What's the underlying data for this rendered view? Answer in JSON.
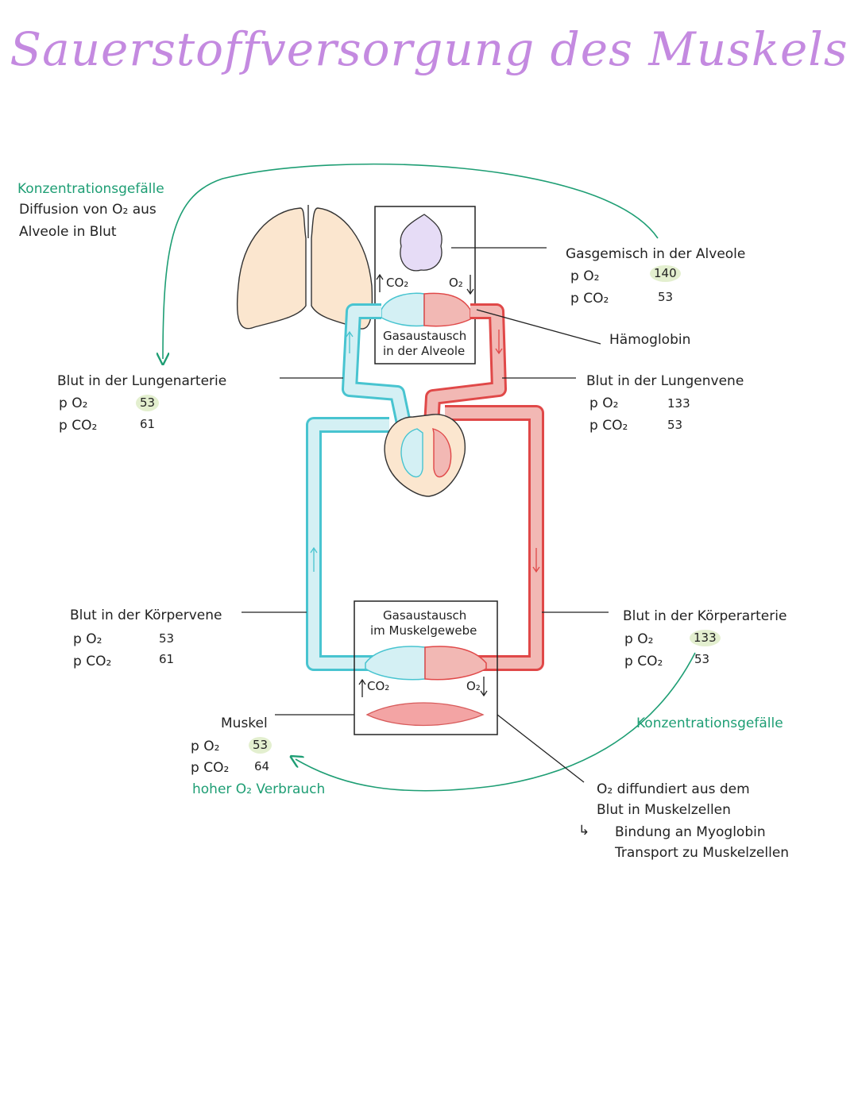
{
  "title": "Sauerstoffversorgung des Muskels",
  "colors": {
    "title": "#c48ae0",
    "green": "#1e9e74",
    "red_vessel": "#f2b8b4",
    "red_stroke": "#e04848",
    "blue_vessel": "#d4f0f4",
    "blue_stroke": "#48c4d0",
    "lung": "#fbe6cf",
    "alveole": "#e6dcf6",
    "muscle": "#f3a4a4",
    "highlight": "#e3efcf"
  },
  "left_notes": {
    "konzentration": "Konzentrationsgefälle",
    "diffusion_1": "Diffusion von O₂ aus",
    "diffusion_2": "Alveole in Blut"
  },
  "alveole_box": {
    "co2": "CO₂",
    "o2": "O₂",
    "label_1": "Gasaustausch",
    "label_2": "in der Alveole"
  },
  "gasgemisch": {
    "title": "Gasgemisch in der Alveole",
    "po2_label": "p O₂",
    "po2": "140",
    "pco2_label": "p CO₂",
    "pco2": "53"
  },
  "haemoglobin": "Hämoglobin",
  "lungenarterie": {
    "title": "Blut in der Lungenarterie",
    "po2_label": "p O₂",
    "po2": "53",
    "pco2_label": "p CO₂",
    "pco2": "61"
  },
  "lungenvene": {
    "title": "Blut in der Lungenvene",
    "po2_label": "p O₂",
    "po2": "133",
    "pco2_label": "p CO₂",
    "pco2": "53"
  },
  "koerpervene": {
    "title": "Blut in der Körpervene",
    "po2_label": "p O₂",
    "po2": "53",
    "pco2_label": "p CO₂",
    "pco2": "61"
  },
  "koerperarterie": {
    "title": "Blut in der Körperarterie",
    "po2_label": "p O₂",
    "po2": "133",
    "pco2_label": "p CO₂",
    "pco2": "53"
  },
  "muskel_box": {
    "label_1": "Gasaustausch",
    "label_2": "im Muskelgewebe",
    "co2": "CO₂",
    "o2": "O₂"
  },
  "muskel": {
    "title": "Muskel",
    "po2_label": "p O₂",
    "po2": "53",
    "pco2_label": "p CO₂",
    "pco2": "64",
    "verbrauch": "hoher O₂ Verbrauch"
  },
  "right_konzentration": "Konzentrationsgefälle",
  "diffusion_notes": {
    "line_1": "O₂ diffundiert aus dem",
    "line_2": "Blut in Muskelzellen",
    "arrow": "↳",
    "line_3": "Bindung an Myoglobin",
    "line_4": "Transport zu Muskelzellen"
  }
}
